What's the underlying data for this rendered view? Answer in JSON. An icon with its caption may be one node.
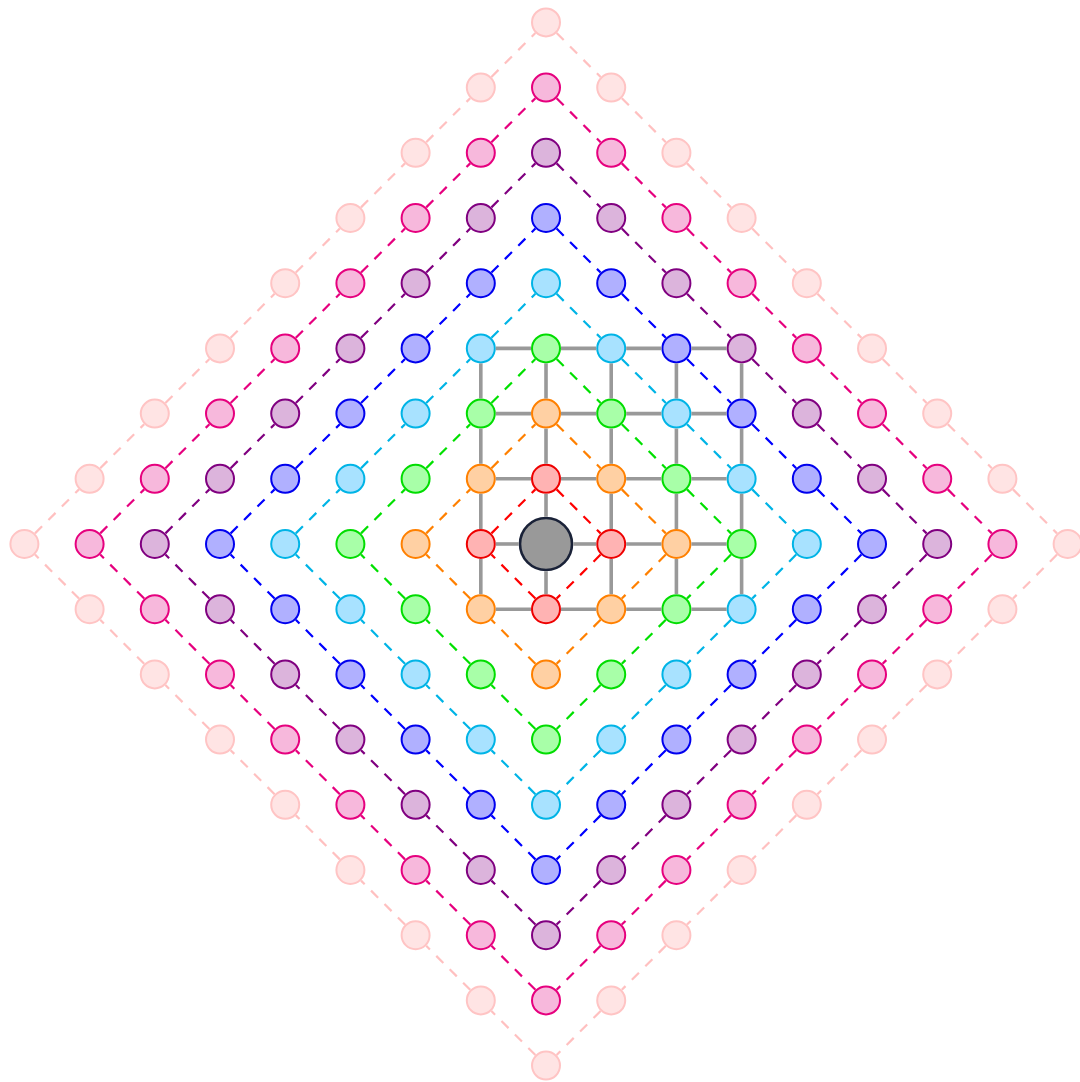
{
  "diagram": {
    "nodes": [
      {
        "text": [],
        "shape": "circle"
      },
      {
        "text": [],
        "shape": "circle"
      },
      {
        "text": [],
        "shape": "circle"
      },
      {
        "text": [],
        "shape": "circle"
      },
      {
        "text": [],
        "shape": "circle"
      },
      {
        "text": [],
        "shape": "circle"
      },
      {
        "text": [],
        "shape": "circle"
      },
      {
        "text": [],
        "shape": "circle"
      },
      {
        "text": [],
        "shape": "circle"
      },
      {
        "text": [],
        "shape": "circle"
      },
      {
        "text": [],
        "shape": "circle"
      },
      {
        "text": [],
        "shape": "circle"
      },
      {
        "text": [],
        "shape": "circle"
      },
      {
        "text": [],
        "shape": "circle"
      },
      {
        "text": [],
        "shape": "circle"
      },
      {
        "text": [],
        "shape": "circle"
      },
      {
        "text": [],
        "shape": "circle"
      },
      {
        "text": [],
        "shape": "circle"
      },
      {
        "text": [],
        "shape": "circle"
      },
      {
        "text": [],
        "shape": "circle"
      },
      {
        "text": [],
        "shape": "circle"
      },
      {
        "text": [],
        "shape": "circle"
      },
      {
        "text": [],
        "shape": "circle"
      },
      {
        "text": [],
        "shape": "circle"
      },
      {
        "text": [],
        "shape": "circle"
      },
      {
        "text": [],
        "shape": "circle"
      },
      {
        "text": [],
        "shape": "circle"
      },
      {
        "text": [],
        "shape": "circle"
      },
      {
        "text": [],
        "shape": "circle"
      },
      {
        "text": [],
        "shape": "circle"
      },
      {
        "text": [],
        "shape": "circle"
      },
      {
        "text": [],
        "shape": "circle"
      },
      {
        "text": [],
        "shape": "circle"
      },
      {
        "text": [],
        "shape": "circle"
      },
      {
        "text": [],
        "shape": "circle"
      },
      {
        "text": [],
        "shape": "circle"
      },
      {
        "text": [],
        "shape": "circle"
      },
      {
        "text": [],
        "shape": "circle"
      },
      {
        "text": [],
        "shape": "circle"
      },
      {
        "text": [],
        "shape": "circle"
      },
      {
        "text": [],
        "shape": "circle"
      },
      {
        "text": [],
        "shape": "circle"
      },
      {
        "text": [],
        "shape": "circle"
      },
      {
        "text": [],
        "shape": "circle"
      },
      {
        "text": [],
        "shape": "circle"
      },
      {
        "text": [],
        "shape": "circle"
      },
      {
        "text": [],
        "shape": "circle"
      },
      {
        "text": [],
        "shape": "circle"
      },
      {
        "text": [],
        "shape": "circle"
      },
      {
        "text": [],
        "shape": "circle"
      },
      {
        "text": [],
        "shape": "circle"
      },
      {
        "text": [],
        "shape": "circle"
      },
      {
        "text": [],
        "shape": "circle"
      },
      {
        "text": [],
        "shape": "circle"
      },
      {
        "text": [],
        "shape": "circle"
      },
      {
        "text": [],
        "shape": "circle"
      },
      {
        "text": [],
        "shape": "circle"
      },
      {
        "text": [],
        "shape": "circle"
      },
      {
        "text": [],
        "shape": "circle"
      },
      {
        "text": [],
        "shape": "circle"
      },
      {
        "text": [],
        "shape": "circle"
      },
      {
        "text": [],
        "shape": "circle"
      },
      {
        "text": [],
        "shape": "circle"
      },
      {
        "text": [],
        "shape": "circle"
      },
      {
        "text": [],
        "shape": "circle"
      },
      {
        "text": [],
        "shape": "circle"
      },
      {
        "text": [],
        "shape": "circle"
      },
      {
        "text": [],
        "shape": "circle"
      },
      {
        "text": [],
        "shape": "circle"
      },
      {
        "text": [],
        "shape": "circle"
      },
      {
        "text": [],
        "shape": "circle"
      },
      {
        "text": [],
        "shape": "circle"
      },
      {
        "text": [],
        "shape": "circle"
      },
      {
        "text": [],
        "shape": "circle"
      },
      {
        "text": [],
        "shape": "circle"
      },
      {
        "text": [],
        "shape": "circle"
      },
      {
        "text": [],
        "shape": "circle"
      },
      {
        "text": [],
        "shape": "circle"
      },
      {
        "text": [],
        "shape": "circle"
      },
      {
        "text": [],
        "shape": "circle"
      },
      {
        "text": [],
        "shape": "circle"
      },
      {
        "text": [],
        "shape": "circle"
      },
      {
        "text": [],
        "shape": "circle"
      },
      {
        "text": [],
        "shape": "circle"
      },
      {
        "text": [],
        "shape": "circle"
      },
      {
        "text": [],
        "shape": "circle"
      },
      {
        "text": [],
        "shape": "circle"
      },
      {
        "text": [],
        "shape": "circle"
      },
      {
        "text": [],
        "shape": "circle"
      },
      {
        "text": [],
        "shape": "circle"
      },
      {
        "text": [],
        "shape": "circle"
      },
      {
        "text": [],
        "shape": "circle"
      },
      {
        "text": [],
        "shape": "circle"
      },
      {
        "text": [],
        "shape": "circle"
      },
      {
        "text": [],
        "shape": "circle"
      },
      {
        "text": [],
        "shape": "circle"
      },
      {
        "text": [],
        "shape": "circle"
      },
      {
        "text": [],
        "shape": "circle"
      },
      {
        "text": [],
        "shape": "circle"
      },
      {
        "text": [],
        "shape": "circle"
      },
      {
        "text": [],
        "shape": "circle"
      },
      {
        "text": [],
        "shape": "circle"
      },
      {
        "text": [],
        "shape": "circle"
      },
      {
        "text": [],
        "shape": "circle"
      },
      {
        "text": [],
        "shape": "circle"
      },
      {
        "text": [],
        "shape": "circle"
      },
      {
        "text": [],
        "shape": "circle"
      },
      {
        "text": [],
        "shape": "circle"
      },
      {
        "text": [],
        "shape": "circle"
      },
      {
        "text": [],
        "shape": "circle"
      },
      {
        "text": [],
        "shape": "circle"
      },
      {
        "text": [],
        "shape": "circle"
      },
      {
        "text": [],
        "shape": "circle"
      },
      {
        "text": [],
        "shape": "circle"
      },
      {
        "text": [],
        "shape": "circle"
      },
      {
        "text": [],
        "shape": "circle"
      },
      {
        "text": [],
        "shape": "circle"
      },
      {
        "text": [],
        "shape": "circle"
      },
      {
        "text": [],
        "shape": "circle"
      },
      {
        "text": [],
        "shape": "circle"
      },
      {
        "text": [],
        "shape": "circle"
      },
      {
        "text": [],
        "shape": "circle"
      },
      {
        "text": [],
        "shape": "circle"
      },
      {
        "text": [],
        "shape": "circle"
      },
      {
        "text": [],
        "shape": "circle"
      },
      {
        "text": [],
        "shape": "circle"
      },
      {
        "text": [],
        "shape": "circle"
      },
      {
        "text": [],
        "shape": "circle"
      },
      {
        "text": [],
        "shape": "circle"
      },
      {
        "text": [],
        "shape": "circle"
      },
      {
        "text": [],
        "shape": "circle"
      },
      {
        "text": [],
        "shape": "circle"
      },
      {
        "text": [],
        "shape": "circle"
      },
      {
        "text": [],
        "shape": "circle"
      },
      {
        "text": [],
        "shape": "circle"
      },
      {
        "text": [],
        "shape": "circle"
      },
      {
        "text": [],
        "shape": "circle"
      },
      {
        "text": [],
        "shape": "circle"
      },
      {
        "text": [],
        "shape": "circle"
      },
      {
        "text": [],
        "shape": "circle"
      },
      {
        "text": [],
        "shape": "circle"
      },
      {
        "text": [],
        "shape": "circle"
      },
      {
        "text": [],
        "shape": "circle"
      },
      {
        "text": [],
        "shape": "circle"
      },
      {
        "text": [],
        "shape": "circle"
      }
    ],
    "edges": [
      {
        "from": 29,
        "to": 30,
        "arrow": "none",
        "color": "#999999"
      },
      {
        "from": 30,
        "to": 31,
        "arrow": "none",
        "color": "#999999"
      },
      {
        "from": 31,
        "to": 32,
        "arrow": "none",
        "color": "#999999"
      },
      {
        "from": 32,
        "to": 33,
        "arrow": "none",
        "color": "#999999"
      },
      {
        "from": 41,
        "to": 42,
        "arrow": "none",
        "color": "#999999"
      },
      {
        "from": 42,
        "to": 43,
        "arrow": "none",
        "color": "#999999"
      },
      {
        "from": 43,
        "to": 44,
        "arrow": "none",
        "color": "#999999"
      },
      {
        "from": 44,
        "to": 45,
        "arrow": "none",
        "color": "#999999"
      },
      {
        "from": 55,
        "to": 56,
        "arrow": "none",
        "color": "#999999"
      },
      {
        "from": 56,
        "to": 57,
        "arrow": "none",
        "color": "#999999"
      },
      {
        "from": 57,
        "to": 58,
        "arrow": "none",
        "color": "#999999"
      },
      {
        "from": 58,
        "to": 59,
        "arrow": "none",
        "color": "#999999"
      },
      {
        "from": 71,
        "to": 72,
        "arrow": "none",
        "color": "#999999"
      },
      {
        "from": 72,
        "to": 73,
        "arrow": "none",
        "color": "#999999"
      },
      {
        "from": 73,
        "to": 74,
        "arrow": "none",
        "color": "#999999"
      },
      {
        "from": 74,
        "to": 75,
        "arrow": "none",
        "color": "#999999"
      },
      {
        "from": 87,
        "to": 88,
        "arrow": "none",
        "color": "#999999"
      },
      {
        "from": 88,
        "to": 89,
        "arrow": "none",
        "color": "#999999"
      },
      {
        "from": 89,
        "to": 90,
        "arrow": "none",
        "color": "#999999"
      },
      {
        "from": 90,
        "to": 91,
        "arrow": "none",
        "color": "#999999"
      },
      {
        "from": 29,
        "to": 41,
        "arrow": "none",
        "color": "#999999"
      },
      {
        "from": 41,
        "to": 55,
        "arrow": "none",
        "color": "#999999"
      },
      {
        "from": 55,
        "to": 71,
        "arrow": "none",
        "color": "#999999"
      },
      {
        "from": 71,
        "to": 87,
        "arrow": "none",
        "color": "#999999"
      },
      {
        "from": 30,
        "to": 42,
        "arrow": "none",
        "color": "#999999"
      },
      {
        "from": 42,
        "to": 56,
        "arrow": "none",
        "color": "#999999"
      },
      {
        "from": 56,
        "to": 72,
        "arrow": "none",
        "color": "#999999"
      },
      {
        "from": 72,
        "to": 88,
        "arrow": "none",
        "color": "#999999"
      },
      {
        "from": 31,
        "to": 43,
        "arrow": "none",
        "color": "#999999"
      },
      {
        "from": 43,
        "to": 57,
        "arrow": "none",
        "color": "#999999"
      },
      {
        "from": 57,
        "to": 73,
        "arrow": "none",
        "color": "#999999"
      },
      {
        "from": 73,
        "to": 89,
        "arrow": "none",
        "color": "#999999"
      },
      {
        "from": 32,
        "to": 44,
        "arrow": "none",
        "color": "#999999"
      },
      {
        "from": 44,
        "to": 58,
        "arrow": "none",
        "color": "#999999"
      },
      {
        "from": 58,
        "to": 74,
        "arrow": "none",
        "color": "#999999"
      },
      {
        "from": 74,
        "to": 90,
        "arrow": "none",
        "color": "#999999"
      },
      {
        "from": 33,
        "to": 45,
        "arrow": "none",
        "color": "#999999"
      },
      {
        "from": 45,
        "to": 59,
        "arrow": "none",
        "color": "#999999"
      },
      {
        "from": 59,
        "to": 75,
        "arrow": "none",
        "color": "#999999"
      },
      {
        "from": 75,
        "to": 91,
        "arrow": "none",
        "color": "#999999"
      },
      {
        "from": 56,
        "to": 73,
        "arrow": "none",
        "style": "dashed",
        "color": "#ff0000"
      },
      {
        "from": 73,
        "to": 88,
        "arrow": "none",
        "style": "dashed",
        "color": "#ff0000"
      },
      {
        "from": 88,
        "to": 71,
        "arrow": "none",
        "style": "dashed",
        "color": "#ff0000"
      },
      {
        "from": 71,
        "to": 56,
        "arrow": "none",
        "style": "dashed",
        "color": "#ff0000"
      },
      {
        "from": 42,
        "to": 57,
        "arrow": "none",
        "style": "dashed",
        "color": "#ff8000"
      },
      {
        "from": 57,
        "to": 74,
        "arrow": "none",
        "style": "dashed",
        "color": "#ff8000"
      },
      {
        "from": 74,
        "to": 89,
        "arrow": "none",
        "style": "dashed",
        "color": "#ff8000"
      },
      {
        "from": 89,
        "to": 102,
        "arrow": "none",
        "style": "dashed",
        "color": "#ff8000"
      },
      {
        "from": 102,
        "to": 87,
        "arrow": "none",
        "style": "dashed",
        "color": "#ff8000"
      },
      {
        "from": 87,
        "to": 70,
        "arrow": "none",
        "style": "dashed",
        "color": "#ff8000"
      },
      {
        "from": 70,
        "to": 55,
        "arrow": "none",
        "style": "dashed",
        "color": "#ff8000"
      },
      {
        "from": 55,
        "to": 42,
        "arrow": "none",
        "style": "dashed",
        "color": "#ff8000"
      },
      {
        "from": 30,
        "to": 43,
        "arrow": "none",
        "style": "dashed",
        "color": "#00e000"
      },
      {
        "from": 43,
        "to": 58,
        "arrow": "none",
        "style": "dashed",
        "color": "#00e000"
      },
      {
        "from": 58,
        "to": 75,
        "arrow": "none",
        "style": "dashed",
        "color": "#00e000"
      },
      {
        "from": 75,
        "to": 90,
        "arrow": "none",
        "style": "dashed",
        "color": "#00e000"
      },
      {
        "from": 90,
        "to": 103,
        "arrow": "none",
        "style": "dashed",
        "color": "#00e000"
      },
      {
        "from": 103,
        "to": 114,
        "arrow": "none",
        "style": "dashed",
        "color": "#00e000"
      },
      {
        "from": 114,
        "to": 101,
        "arrow": "none",
        "style": "dashed",
        "color": "#00e000"
      },
      {
        "from": 101,
        "to": 86,
        "arrow": "none",
        "style": "dashed",
        "color": "#00e000"
      },
      {
        "from": 86,
        "to": 69,
        "arrow": "none",
        "style": "dashed",
        "color": "#00e000"
      },
      {
        "from": 69,
        "to": 54,
        "arrow": "none",
        "style": "dashed",
        "color": "#00e000"
      },
      {
        "from": 54,
        "to": 41,
        "arrow": "none",
        "style": "dashed",
        "color": "#00e000"
      },
      {
        "from": 41,
        "to": 30,
        "arrow": "none",
        "style": "dashed",
        "color": "#00e000"
      },
      {
        "from": 20,
        "to": 31,
        "arrow": "none",
        "style": "dashed",
        "color": "#00b4e6"
      },
      {
        "from": 31,
        "to": 44,
        "arrow": "none",
        "style": "dashed",
        "color": "#00b4e6"
      },
      {
        "from": 44,
        "to": 59,
        "arrow": "none",
        "style": "dashed",
        "color": "#00b4e6"
      },
      {
        "from": 59,
        "to": 76,
        "arrow": "none",
        "style": "dashed",
        "color": "#00b4e6"
      },
      {
        "from": 76,
        "to": 91,
        "arrow": "none",
        "style": "dashed",
        "color": "#00b4e6"
      },
      {
        "from": 91,
        "to": 104,
        "arrow": "none",
        "style": "dashed",
        "color": "#00b4e6"
      },
      {
        "from": 104,
        "to": 115,
        "arrow": "none",
        "style": "dashed",
        "color": "#00b4e6"
      },
      {
        "from": 115,
        "to": 124,
        "arrow": "none",
        "style": "dashed",
        "color": "#00b4e6"
      },
      {
        "from": 124,
        "to": 113,
        "arrow": "none",
        "style": "dashed",
        "color": "#00b4e6"
      },
      {
        "from": 113,
        "to": 100,
        "arrow": "none",
        "style": "dashed",
        "color": "#00b4e6"
      },
      {
        "from": 100,
        "to": 85,
        "arrow": "none",
        "style": "dashed",
        "color": "#00b4e6"
      },
      {
        "from": 85,
        "to": 68,
        "arrow": "none",
        "style": "dashed",
        "color": "#00b4e6"
      },
      {
        "from": 68,
        "to": 53,
        "arrow": "none",
        "style": "dashed",
        "color": "#00b4e6"
      },
      {
        "from": 53,
        "to": 40,
        "arrow": "none",
        "style": "dashed",
        "color": "#00b4e6"
      },
      {
        "from": 40,
        "to": 29,
        "arrow": "none",
        "style": "dashed",
        "color": "#00b4e6"
      },
      {
        "from": 29,
        "to": 20,
        "arrow": "none",
        "style": "dashed",
        "color": "#00b4e6"
      },
      {
        "from": 12,
        "to": 21,
        "arrow": "none",
        "style": "dashed",
        "color": "#0000ff"
      },
      {
        "from": 21,
        "to": 32,
        "arrow": "none",
        "style": "dashed",
        "color": "#0000ff"
      },
      {
        "from": 32,
        "to": 45,
        "arrow": "none",
        "style": "dashed",
        "color": "#0000ff"
      },
      {
        "from": 45,
        "to": 60,
        "arrow": "none",
        "style": "dashed",
        "color": "#0000ff"
      },
      {
        "from": 60,
        "to": 77,
        "arrow": "none",
        "style": "dashed",
        "color": "#0000ff"
      },
      {
        "from": 77,
        "to": 92,
        "arrow": "none",
        "style": "dashed",
        "color": "#0000ff"
      },
      {
        "from": 92,
        "to": 105,
        "arrow": "none",
        "style": "dashed",
        "color": "#0000ff"
      },
      {
        "from": 105,
        "to": 116,
        "arrow": "none",
        "style": "dashed",
        "color": "#0000ff"
      },
      {
        "from": 116,
        "to": 125,
        "arrow": "none",
        "style": "dashed",
        "color": "#0000ff"
      },
      {
        "from": 125,
        "to": 132,
        "arrow": "none",
        "style": "dashed",
        "color": "#0000ff"
      },
      {
        "from": 132,
        "to": 123,
        "arrow": "none",
        "style": "dashed",
        "color": "#0000ff"
      },
      {
        "from": 123,
        "to": 112,
        "arrow": "none",
        "style": "dashed",
        "color": "#0000ff"
      },
      {
        "from": 112,
        "to": 99,
        "arrow": "none",
        "style": "dashed",
        "color": "#0000ff"
      },
      {
        "from": 99,
        "to": 84,
        "arrow": "none",
        "style": "dashed",
        "color": "#0000ff"
      },
      {
        "from": 84,
        "to": 67,
        "arrow": "none",
        "style": "dashed",
        "color": "#0000ff"
      },
      {
        "from": 67,
        "to": 52,
        "arrow": "none",
        "style": "dashed",
        "color": "#0000ff"
      },
      {
        "from": 52,
        "to": 39,
        "arrow": "none",
        "style": "dashed",
        "color": "#0000ff"
      },
      {
        "from": 39,
        "to": 28,
        "arrow": "none",
        "style": "dashed",
        "color": "#0000ff"
      },
      {
        "from": 28,
        "to": 19,
        "arrow": "none",
        "style": "dashed",
        "color": "#0000ff"
      },
      {
        "from": 19,
        "to": 12,
        "arrow": "none",
        "style": "dashed",
        "color": "#0000ff"
      },
      {
        "from": 6,
        "to": 13,
        "arrow": "none",
        "style": "dashed",
        "color": "#800080"
      },
      {
        "from": 13,
        "to": 22,
        "arrow": "none",
        "style": "dashed",
        "color": "#800080"
      },
      {
        "from": 22,
        "to": 33,
        "arrow": "none",
        "style": "dashed",
        "color": "#800080"
      },
      {
        "from": 33,
        "to": 46,
        "arrow": "none",
        "style": "dashed",
        "color": "#800080"
      },
      {
        "from": 46,
        "to": 61,
        "arrow": "none",
        "style": "dashed",
        "color": "#800080"
      },
      {
        "from": 61,
        "to": 78,
        "arrow": "none",
        "style": "dashed",
        "color": "#800080"
      },
      {
        "from": 78,
        "to": 93,
        "arrow": "none",
        "style": "dashed",
        "color": "#800080"
      },
      {
        "from": 93,
        "to": 106,
        "arrow": "none",
        "style": "dashed",
        "color": "#800080"
      },
      {
        "from": 106,
        "to": 117,
        "arrow": "none",
        "style": "dashed",
        "color": "#800080"
      },
      {
        "from": 117,
        "to": 126,
        "arrow": "none",
        "style": "dashed",
        "color": "#800080"
      },
      {
        "from": 126,
        "to": 133,
        "arrow": "none",
        "style": "dashed",
        "color": "#800080"
      },
      {
        "from": 133,
        "to": 138,
        "arrow": "none",
        "style": "dashed",
        "color": "#800080"
      },
      {
        "from": 138,
        "to": 131,
        "arrow": "none",
        "style": "dashed",
        "color": "#800080"
      },
      {
        "from": 131,
        "to": 122,
        "arrow": "none",
        "style": "dashed",
        "color": "#800080"
      },
      {
        "from": 122,
        "to": 111,
        "arrow": "none",
        "style": "dashed",
        "color": "#800080"
      },
      {
        "from": 111,
        "to": 98,
        "arrow": "none",
        "style": "dashed",
        "color": "#800080"
      },
      {
        "from": 98,
        "to": 83,
        "arrow": "none",
        "style": "dashed",
        "color": "#800080"
      },
      {
        "from": 83,
        "to": 66,
        "arrow": "none",
        "style": "dashed",
        "color": "#800080"
      },
      {
        "from": 66,
        "to": 51,
        "arrow": "none",
        "style": "dashed",
        "color": "#800080"
      },
      {
        "from": 51,
        "to": 38,
        "arrow": "none",
        "style": "dashed",
        "color": "#800080"
      },
      {
        "from": 38,
        "to": 27,
        "arrow": "none",
        "style": "dashed",
        "color": "#800080"
      },
      {
        "from": 27,
        "to": 18,
        "arrow": "none",
        "style": "dashed",
        "color": "#800080"
      },
      {
        "from": 18,
        "to": 11,
        "arrow": "none",
        "style": "dashed",
        "color": "#800080"
      },
      {
        "from": 11,
        "to": 6,
        "arrow": "none",
        "style": "dashed",
        "color": "#800080"
      },
      {
        "from": 2,
        "to": 7,
        "arrow": "none",
        "style": "dashed",
        "color": "#e6007e"
      },
      {
        "from": 7,
        "to": 14,
        "arrow": "none",
        "style": "dashed",
        "color": "#e6007e"
      },
      {
        "from": 14,
        "to": 23,
        "arrow": "none",
        "style": "dashed",
        "color": "#e6007e"
      },
      {
        "from": 23,
        "to": 34,
        "arrow": "none",
        "style": "dashed",
        "color": "#e6007e"
      },
      {
        "from": 34,
        "to": 47,
        "arrow": "none",
        "style": "dashed",
        "color": "#e6007e"
      },
      {
        "from": 47,
        "to": 62,
        "arrow": "none",
        "style": "dashed",
        "color": "#e6007e"
      },
      {
        "from": 62,
        "to": 79,
        "arrow": "none",
        "style": "dashed",
        "color": "#e6007e"
      },
      {
        "from": 79,
        "to": 94,
        "arrow": "none",
        "style": "dashed",
        "color": "#e6007e"
      },
      {
        "from": 94,
        "to": 107,
        "arrow": "none",
        "style": "dashed",
        "color": "#e6007e"
      },
      {
        "from": 107,
        "to": 118,
        "arrow": "none",
        "style": "dashed",
        "color": "#e6007e"
      },
      {
        "from": 118,
        "to": 127,
        "arrow": "none",
        "style": "dashed",
        "color": "#e6007e"
      },
      {
        "from": 127,
        "to": 134,
        "arrow": "none",
        "style": "dashed",
        "color": "#e6007e"
      },
      {
        "from": 134,
        "to": 139,
        "arrow": "none",
        "style": "dashed",
        "color": "#e6007e"
      },
      {
        "from": 139,
        "to": 142,
        "arrow": "none",
        "style": "dashed",
        "color": "#e6007e"
      },
      {
        "from": 142,
        "to": 137,
        "arrow": "none",
        "style": "dashed",
        "color": "#e6007e"
      },
      {
        "from": 137,
        "to": 130,
        "arrow": "none",
        "style": "dashed",
        "color": "#e6007e"
      },
      {
        "from": 130,
        "to": 121,
        "arrow": "none",
        "style": "dashed",
        "color": "#e6007e"
      },
      {
        "from": 121,
        "to": 110,
        "arrow": "none",
        "style": "dashed",
        "color": "#e6007e"
      },
      {
        "from": 110,
        "to": 97,
        "arrow": "none",
        "style": "dashed",
        "color": "#e6007e"
      },
      {
        "from": 97,
        "to": 82,
        "arrow": "none",
        "style": "dashed",
        "color": "#e6007e"
      },
      {
        "from": 82,
        "to": 65,
        "arrow": "none",
        "style": "dashed",
        "color": "#e6007e"
      },
      {
        "from": 65,
        "to": 50,
        "arrow": "none",
        "style": "dashed",
        "color": "#e6007e"
      },
      {
        "from": 50,
        "to": 37,
        "arrow": "none",
        "style": "dashed",
        "color": "#e6007e"
      },
      {
        "from": 37,
        "to": 26,
        "arrow": "none",
        "style": "dashed",
        "color": "#e6007e"
      },
      {
        "from": 26,
        "to": 17,
        "arrow": "none",
        "style": "dashed",
        "color": "#e6007e"
      },
      {
        "from": 17,
        "to": 10,
        "arrow": "none",
        "style": "dashed",
        "color": "#e6007e"
      },
      {
        "from": 10,
        "to": 5,
        "arrow": "none",
        "style": "dashed",
        "color": "#e6007e"
      },
      {
        "from": 5,
        "to": 2,
        "arrow": "none",
        "style": "dashed",
        "color": "#e6007e"
      },
      {
        "from": 0,
        "to": 3,
        "arrow": "none",
        "style": "dashed",
        "color": "#ffc0c0"
      },
      {
        "from": 3,
        "to": 8,
        "arrow": "none",
        "style": "dashed",
        "color": "#ffc0c0"
      },
      {
        "from": 8,
        "to": 15,
        "arrow": "none",
        "style": "dashed",
        "color": "#ffc0c0"
      },
      {
        "from": 15,
        "to": 24,
        "arrow": "none",
        "style": "dashed",
        "color": "#ffc0c0"
      },
      {
        "from": 24,
        "to": 35,
        "arrow": "none",
        "style": "dashed",
        "color": "#ffc0c0"
      },
      {
        "from": 35,
        "to": 48,
        "arrow": "none",
        "style": "dashed",
        "color": "#ffc0c0"
      },
      {
        "from": 48,
        "to": 63,
        "arrow": "none",
        "style": "dashed",
        "color": "#ffc0c0"
      },
      {
        "from": 63,
        "to": 80,
        "arrow": "none",
        "style": "dashed",
        "color": "#ffc0c0"
      },
      {
        "from": 80,
        "to": 95,
        "arrow": "none",
        "style": "dashed",
        "color": "#ffc0c0"
      },
      {
        "from": 95,
        "to": 108,
        "arrow": "none",
        "style": "dashed",
        "color": "#ffc0c0"
      },
      {
        "from": 108,
        "to": 119,
        "arrow": "none",
        "style": "dashed",
        "color": "#ffc0c0"
      },
      {
        "from": 119,
        "to": 128,
        "arrow": "none",
        "style": "dashed",
        "color": "#ffc0c0"
      },
      {
        "from": 128,
        "to": 135,
        "arrow": "none",
        "style": "dashed",
        "color": "#ffc0c0"
      },
      {
        "from": 135,
        "to": 140,
        "arrow": "none",
        "style": "dashed",
        "color": "#ffc0c0"
      },
      {
        "from": 140,
        "to": 143,
        "arrow": "none",
        "style": "dashed",
        "color": "#ffc0c0"
      },
      {
        "from": 143,
        "to": 144,
        "arrow": "none",
        "style": "dashed",
        "color": "#ffc0c0"
      },
      {
        "from": 144,
        "to": 141,
        "arrow": "none",
        "style": "dashed",
        "color": "#ffc0c0"
      },
      {
        "from": 141,
        "to": 136,
        "arrow": "none",
        "style": "dashed",
        "color": "#ffc0c0"
      },
      {
        "from": 136,
        "to": 129,
        "arrow": "none",
        "style": "dashed",
        "color": "#ffc0c0"
      },
      {
        "from": 129,
        "to": 120,
        "arrow": "none",
        "style": "dashed",
        "color": "#ffc0c0"
      },
      {
        "from": 120,
        "to": 109,
        "arrow": "none",
        "style": "dashed",
        "color": "#ffc0c0"
      },
      {
        "from": 109,
        "to": 96,
        "arrow": "none",
        "style": "dashed",
        "color": "#ffc0c0"
      },
      {
        "from": 96,
        "to": 81,
        "arrow": "none",
        "style": "dashed",
        "color": "#ffc0c0"
      },
      {
        "from": 81,
        "to": 64,
        "arrow": "none",
        "style": "dashed",
        "color": "#ffc0c0"
      },
      {
        "from": 64,
        "to": 49,
        "arrow": "none",
        "style": "dashed",
        "color": "#ffc0c0"
      },
      {
        "from": 49,
        "to": 36,
        "arrow": "none",
        "style": "dashed",
        "color": "#ffc0c0"
      },
      {
        "from": 36,
        "to": 25,
        "arrow": "none",
        "style": "dashed",
        "color": "#ffc0c0"
      },
      {
        "from": 25,
        "to": 16,
        "arrow": "none",
        "style": "dashed",
        "color": "#ffc0c0"
      },
      {
        "from": 16,
        "to": 9,
        "arrow": "none",
        "style": "dashed",
        "color": "#ffc0c0"
      },
      {
        "from": 9,
        "to": 4,
        "arrow": "none",
        "style": "dashed",
        "color": "#ffc0c0"
      },
      {
        "from": 4,
        "to": 1,
        "arrow": "none",
        "style": "dashed",
        "color": "#ffc0c0"
      },
      {
        "from": 1,
        "to": 0,
        "arrow": "none",
        "style": "dashed",
        "color": "#ffc0c0"
      }
    ]
  }
}
